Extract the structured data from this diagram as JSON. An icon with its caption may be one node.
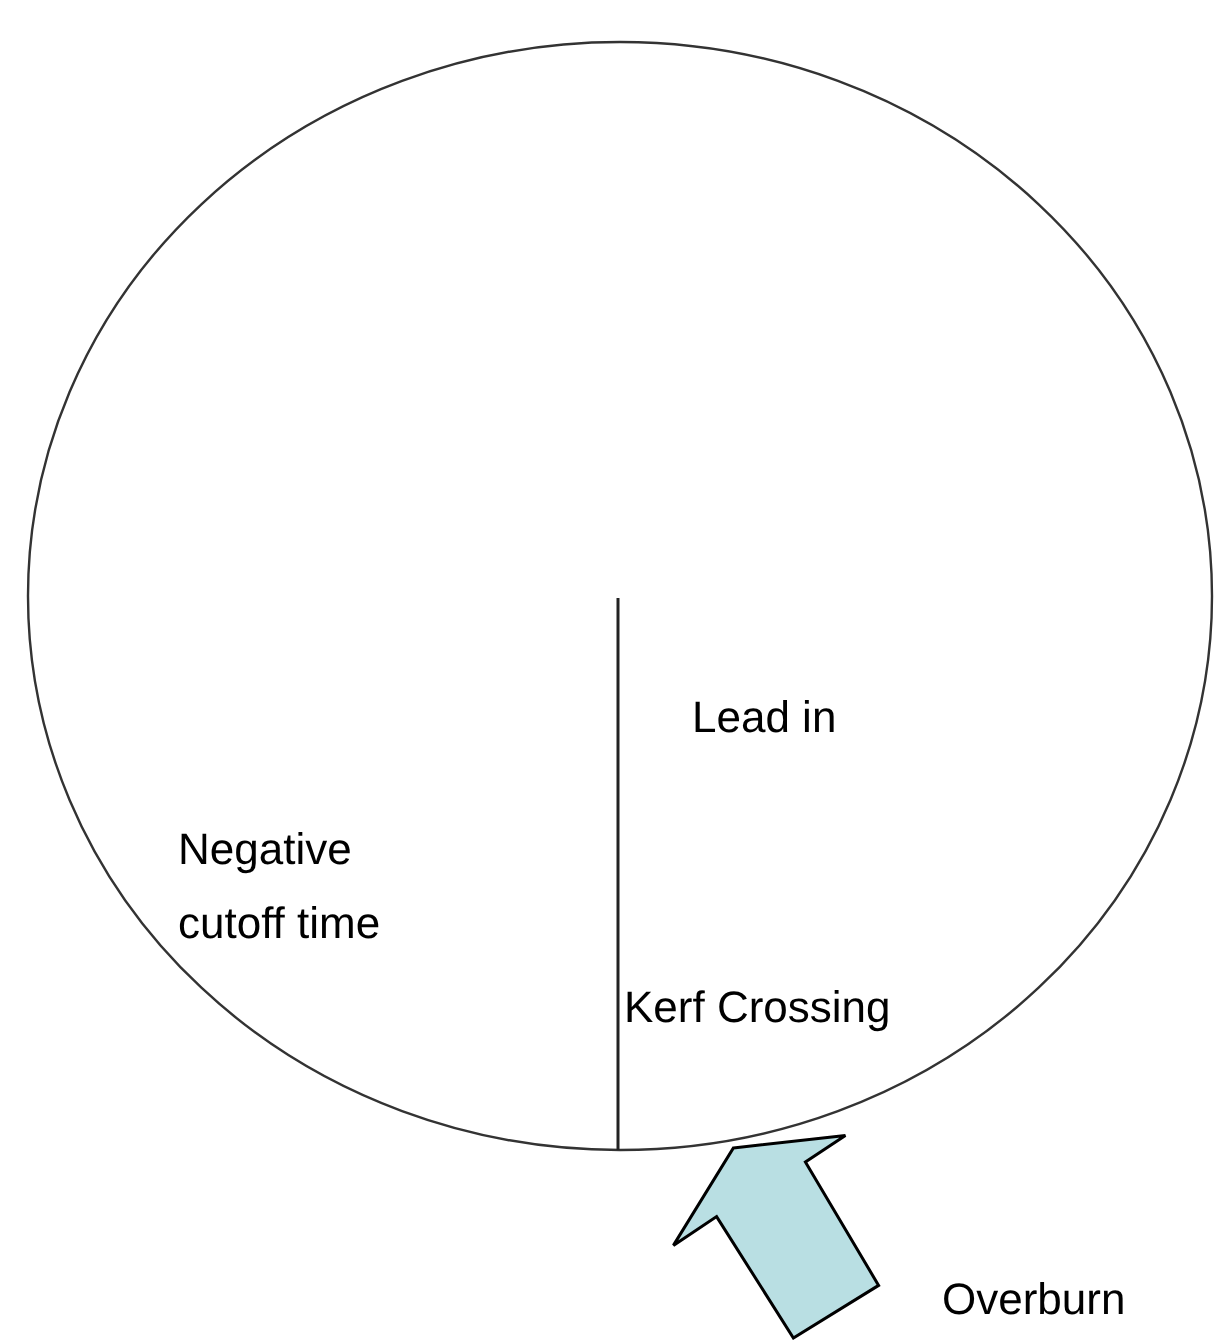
{
  "diagram": {
    "labels": [
      "Lead in",
      "Negative cutoff time",
      "Kerf Crossing",
      "Overburn"
    ]
  }
}
